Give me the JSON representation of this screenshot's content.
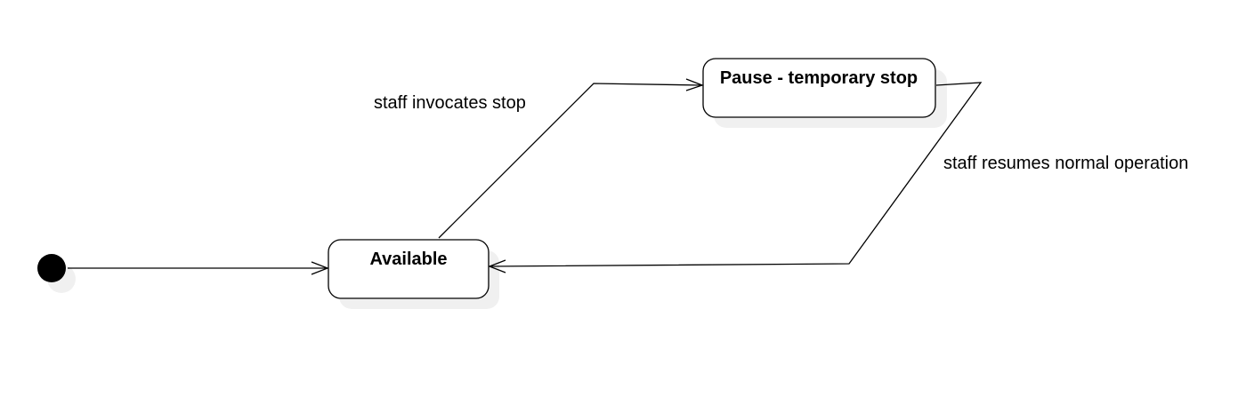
{
  "diagram": {
    "type": "state-machine",
    "colors": {
      "line": "#000000",
      "state_fill": "#ffffff",
      "shadow": "#ebebeb",
      "initial_node": "#000000"
    },
    "initial_state": {
      "icon": "filled-circle"
    },
    "states": [
      {
        "id": "available",
        "label": "Available"
      },
      {
        "id": "pause",
        "label": "Pause - temporary stop"
      }
    ],
    "transitions": [
      {
        "from": "initial",
        "to": "available",
        "label": ""
      },
      {
        "from": "available",
        "to": "pause",
        "label": "staff invocates stop"
      },
      {
        "from": "pause",
        "to": "available",
        "label": "staff resumes normal operation"
      }
    ]
  }
}
